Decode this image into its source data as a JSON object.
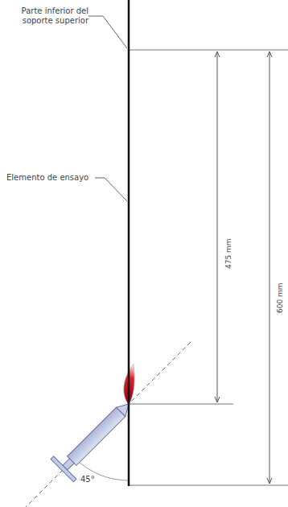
{
  "diagram": {
    "labels": [
      "Parte inferior del soporte superior",
      "Elemento de ensayo",
      "475 mm",
      "600 mm",
      "45°"
    ]
  }
}
